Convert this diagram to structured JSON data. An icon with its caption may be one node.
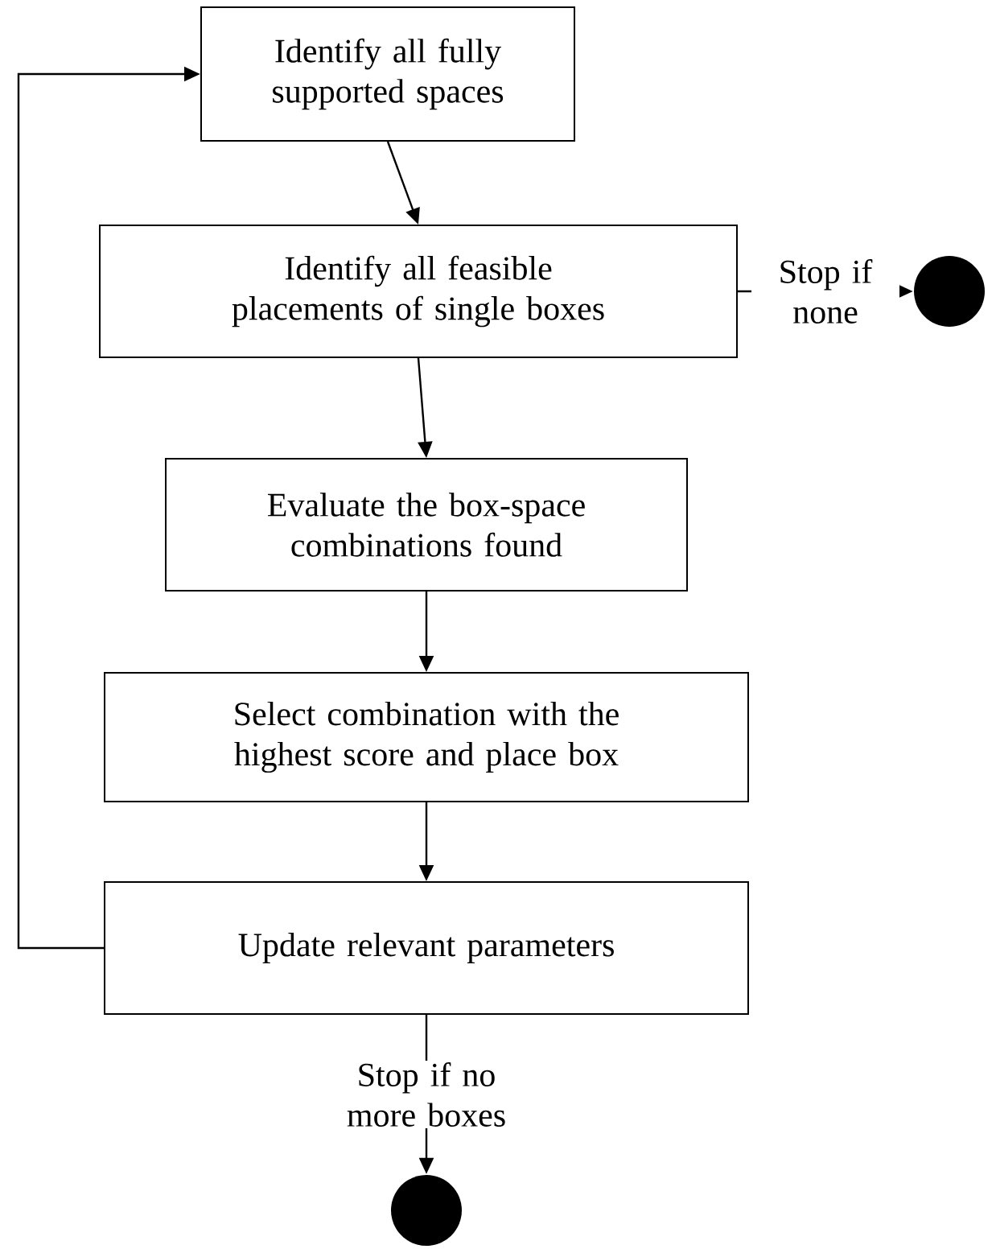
{
  "diagram": {
    "nodes": [
      {
        "text": [
          "Identify all fully supported spaces"
        ]
      },
      {
        "text": [
          "Identify all feasible placements of single boxes"
        ]
      },
      {
        "text": [],
        "shape": "circle"
      },
      {
        "text": [
          "Evaluate the box-space combinations found"
        ]
      },
      {
        "text": [
          "Select combination with the highest score and place box"
        ]
      },
      {
        "text": [
          "Update relevant parameters"
        ]
      },
      {
        "text": [],
        "shape": "circle"
      }
    ],
    "edges": [
      {
        "from": 0,
        "to": 1,
        "arrow": "to"
      },
      {
        "from": 1,
        "to": 2,
        "arrow": "to",
        "label": "Stop if none"
      },
      {
        "from": 1,
        "to": 3,
        "arrow": "to"
      },
      {
        "from": 3,
        "to": 4,
        "arrow": "to"
      },
      {
        "from": 4,
        "to": 5,
        "arrow": "to"
      },
      {
        "from": 5,
        "to": 0,
        "arrow": "to"
      },
      {
        "from": 5,
        "to": 6,
        "arrow": "to",
        "label": "Stop if no more boxes"
      }
    ]
  }
}
